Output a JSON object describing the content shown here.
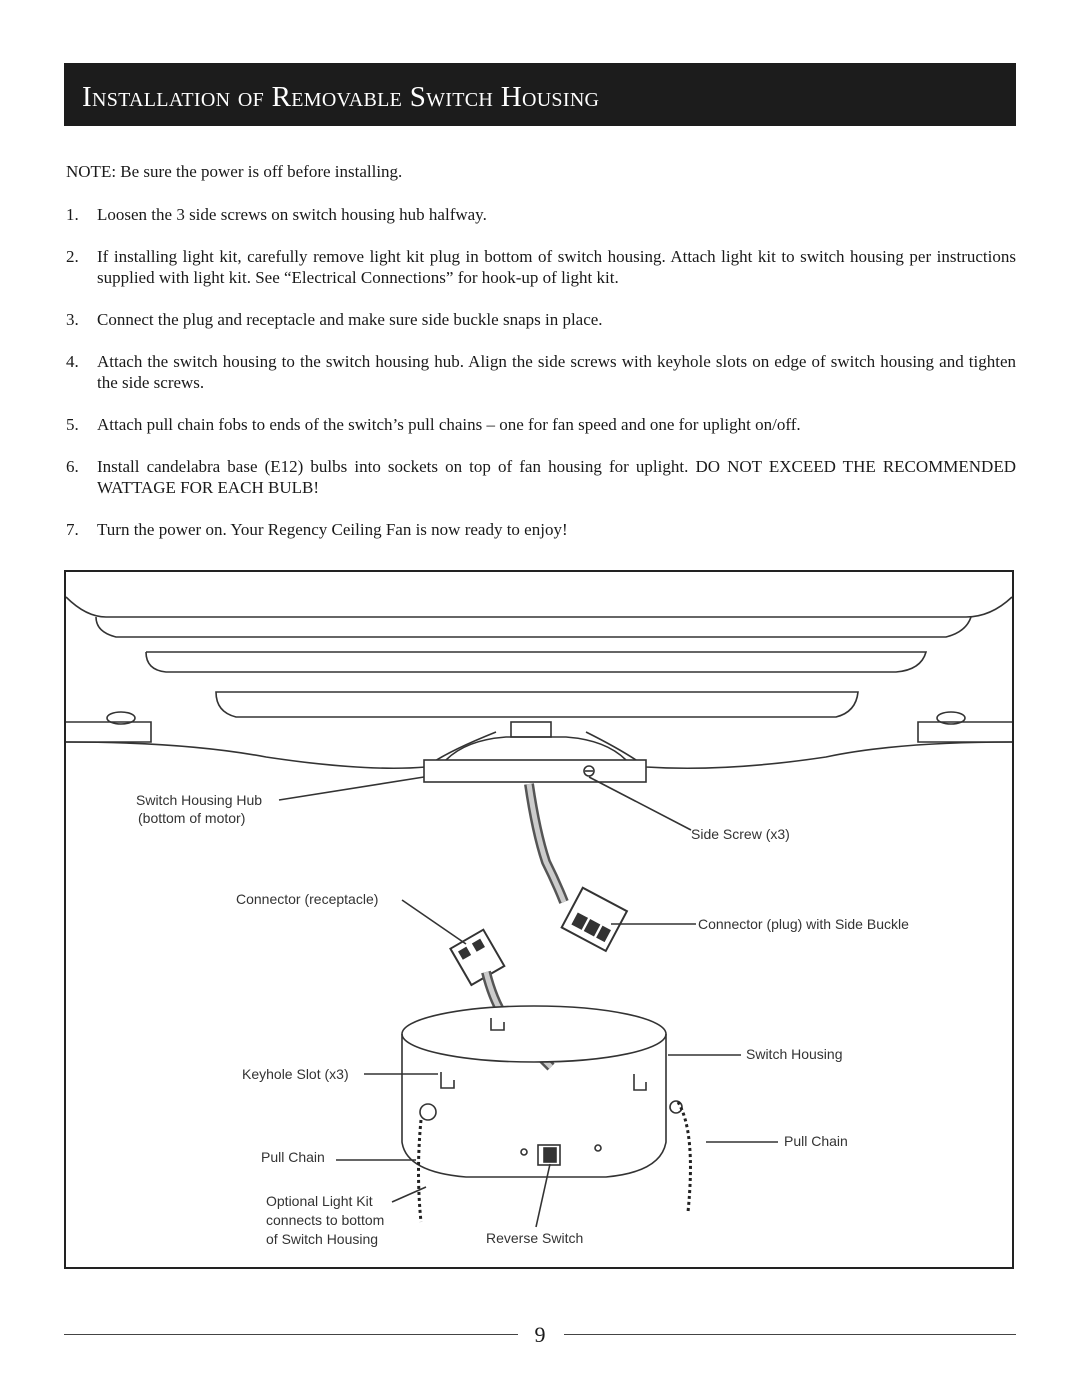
{
  "title": "Installation of Removable Switch Housing",
  "note": "NOTE: Be sure the power is off before installing.",
  "steps": [
    {
      "num": "1.",
      "text": "Loosen the 3 side screws on switch housing hub halfway."
    },
    {
      "num": "2.",
      "text": "If installing light kit, carefully remove light kit plug in bottom of switch housing. Attach light kit to switch housing per instructions supplied with light kit. See “Electrical Connections” for hook-up of light kit."
    },
    {
      "num": "3.",
      "text": "Connect the plug and receptacle and make sure side buckle snaps in place."
    },
    {
      "num": "4.",
      "text": "Attach the switch housing to the switch housing hub. Align the side screws with keyhole slots on edge of switch housing and tighten the side screws."
    },
    {
      "num": "5.",
      "text": "Attach pull chain fobs to ends of the switch’s pull chains – one for fan speed and one for uplight on/off."
    },
    {
      "num": "6.",
      "text": "Install candelabra base (E12) bulbs into sockets on top of fan housing for uplight. DO NOT EXCEED THE RECOMMENDED WATTAGE FOR EACH BULB!"
    },
    {
      "num": "7.",
      "text": "Turn the power on. Your Regency Ceiling Fan is now ready to enjoy!"
    }
  ],
  "diagram": {
    "labels": {
      "hub_line1": "Switch Housing Hub",
      "hub_line2": "(bottom of motor)",
      "side_screw": "Side Screw (x3)",
      "receptacle": "Connector (receptacle)",
      "plug": "Connector (plug) with Side Buckle",
      "switch_housing": "Switch Housing",
      "keyhole": "Keyhole Slot (x3)",
      "pull_chain_left": "Pull Chain",
      "pull_chain_right": "Pull Chain",
      "light_kit_line1": "Optional Light Kit",
      "light_kit_line2": "connects to bottom",
      "light_kit_line3": "of Switch Housing",
      "reverse": "Reverse Switch"
    }
  },
  "page_number": "9"
}
